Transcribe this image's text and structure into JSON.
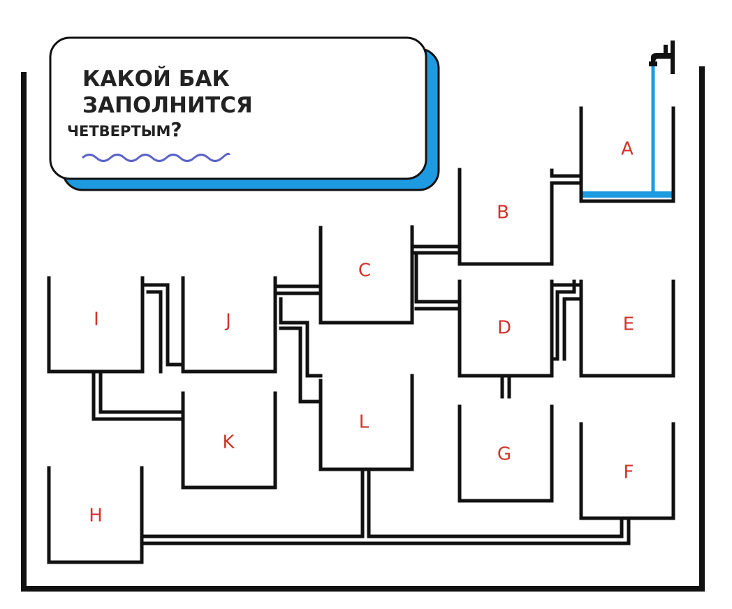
{
  "title": {
    "line1": "КАКОЙ БАК",
    "line2": "ЗАПОЛНИТСЯ",
    "line3": "ЧЕТВЕРТЫМ",
    "mark": "?"
  },
  "colors": {
    "water": "#1e9be0",
    "accent_shadow": "#1e9be0",
    "wave": "#5b63c9",
    "label": "#d0342c",
    "line": "#111111"
  },
  "icons": [
    "water-tap-icon",
    "wavy-underline-icon"
  ],
  "tanks": [
    {
      "id": "A",
      "label": "A"
    },
    {
      "id": "B",
      "label": "B"
    },
    {
      "id": "C",
      "label": "C"
    },
    {
      "id": "D",
      "label": "D"
    },
    {
      "id": "E",
      "label": "E"
    },
    {
      "id": "F",
      "label": "F"
    },
    {
      "id": "G",
      "label": "G"
    },
    {
      "id": "H",
      "label": "H"
    },
    {
      "id": "I",
      "label": "I"
    },
    {
      "id": "J",
      "label": "J"
    },
    {
      "id": "K",
      "label": "K"
    },
    {
      "id": "L",
      "label": "L"
    }
  ]
}
